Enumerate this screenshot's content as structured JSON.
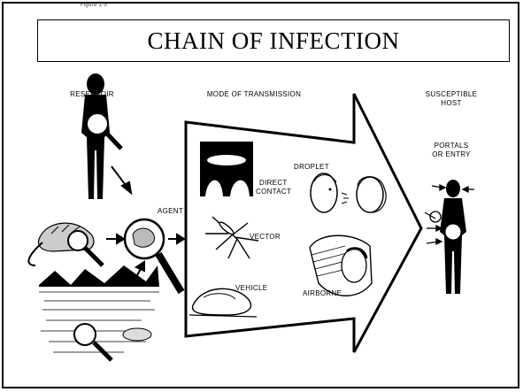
{
  "title": "CHAIN OF INFECTION",
  "header_stub": "Figure 1-5",
  "labels": {
    "reservoir": "RESERVOIR",
    "mode_of_transmission": "MODE OF TRANSMISSION",
    "susceptible": "SUSCEPTIBLE",
    "host": "HOST",
    "portals": "PORTALS",
    "or_entry": "OR ENTRY",
    "agent": "AGENT",
    "direct": "DIRECT",
    "contact": "CONTACT",
    "droplet": "DROPLET",
    "vector": "VECTOR",
    "vehicle": "VEHICLE",
    "airborne": "AIRBORNE"
  }
}
